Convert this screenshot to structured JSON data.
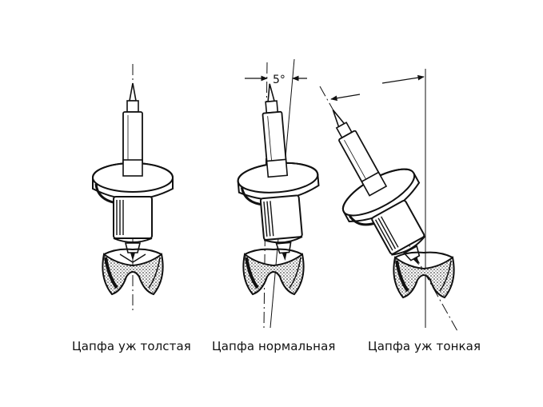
{
  "figures": [
    {
      "caption": "Цапфа уж толстая"
    },
    {
      "caption": "Цапфа нормальная",
      "angle_label": "5°"
    },
    {
      "caption": "Цапфа уж тонкая"
    }
  ],
  "colors": {
    "ink": "#111111",
    "background": "#ffffff"
  }
}
